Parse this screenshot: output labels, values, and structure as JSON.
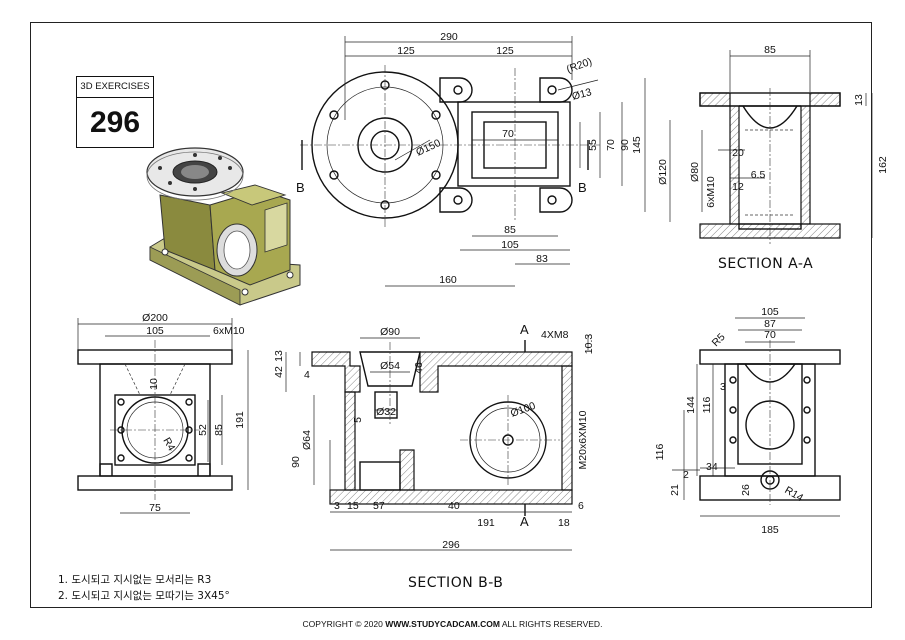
{
  "badge": {
    "title": "3D EXERCISES",
    "number": "296"
  },
  "sections": {
    "aa": "SECTION A-A",
    "bb": "SECTION B-B"
  },
  "notes": [
    "1. 도시되고 지시없는 모서리는 R3",
    "2.  도시되고 지시없는 모따기는 3X45°"
  ],
  "footer": {
    "prefix": "COPYRIGHT © 2020 ",
    "site": "WWW.STUDYCADCAM.COM",
    "suffix": " ALL RIGHTS RESERVED."
  },
  "dims": {
    "top": {
      "d290": "290",
      "d125a": "125",
      "d125b": "125",
      "r20": "(R20)",
      "d13": "Ø13",
      "d150": "Ø150",
      "d70": "70",
      "d55": "55",
      "d70b": "70",
      "d90": "90",
      "d145": "145",
      "d85": "85",
      "d105": "105",
      "d83": "83",
      "d160": "160",
      "lb1": "B",
      "lb2": "B"
    },
    "aa": {
      "d85": "85",
      "d13": "13",
      "d162": "162",
      "d120": "Ø120",
      "d80": "Ø80",
      "d20": "20",
      "d65": "6.5",
      "d12": "12",
      "m10": "6xM10"
    },
    "front": {
      "d200": "Ø200",
      "d105": "105",
      "m10": "6xM10",
      "d10": "10",
      "d52": "52",
      "d85": "85",
      "d191": "191",
      "r4": "R4",
      "d75": "75"
    },
    "bb": {
      "d90": "Ø90",
      "la": "A",
      "m8": "4XM8",
      "d103": "10.3",
      "d42": "42",
      "d13": "13",
      "d4": "4",
      "d54": "Ø54",
      "d46": "46",
      "d32": "Ø32",
      "d64": "Ø64",
      "d5": "5",
      "d100": "Ø100",
      "d90v": "90",
      "m20": "M20x6XM10",
      "d3": "3",
      "d15": "15",
      "d57": "57",
      "d40": "40",
      "d191": "191",
      "d18": "18",
      "d6": "6",
      "la2": "A",
      "d296": "296"
    },
    "side": {
      "d105": "105",
      "d87": "87",
      "d70": "70",
      "r5": "R5",
      "d144": "144",
      "d116": "116",
      "d3": "3",
      "d116b": "116",
      "d34": "34",
      "d21": "21",
      "d2": "2",
      "d26": "26",
      "r14": "R14",
      "d185": "185"
    }
  }
}
